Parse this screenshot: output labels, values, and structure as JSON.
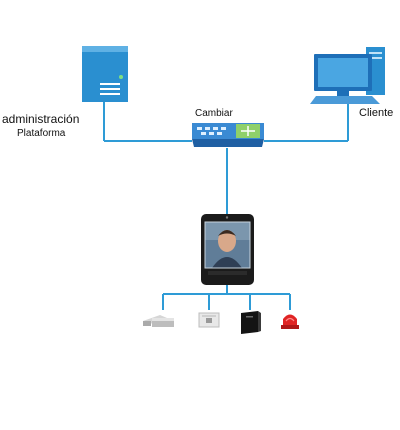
{
  "labels": {
    "admin": "administración",
    "platform": "Plataforma",
    "switch": "Cambiar",
    "client": "Cliente"
  },
  "colors": {
    "line": "#2e9bd6",
    "server": "#2a8fd0",
    "switch": "#2f78c4",
    "monitor": "#3a8fd6",
    "device_frame": "#1b1b1b",
    "alarm": "#e02424"
  },
  "nodes": [
    {
      "id": "server",
      "icon": "server-tower-icon"
    },
    {
      "id": "switch",
      "icon": "network-switch-icon"
    },
    {
      "id": "client",
      "icon": "desktop-computer-icon"
    },
    {
      "id": "terminal",
      "icon": "face-recognition-terminal-icon"
    },
    {
      "id": "lock",
      "icon": "magnetic-lock-icon"
    },
    {
      "id": "exit-button",
      "icon": "exit-button-icon"
    },
    {
      "id": "card-reader",
      "icon": "card-reader-icon"
    },
    {
      "id": "alarm",
      "icon": "alarm-light-icon"
    }
  ]
}
